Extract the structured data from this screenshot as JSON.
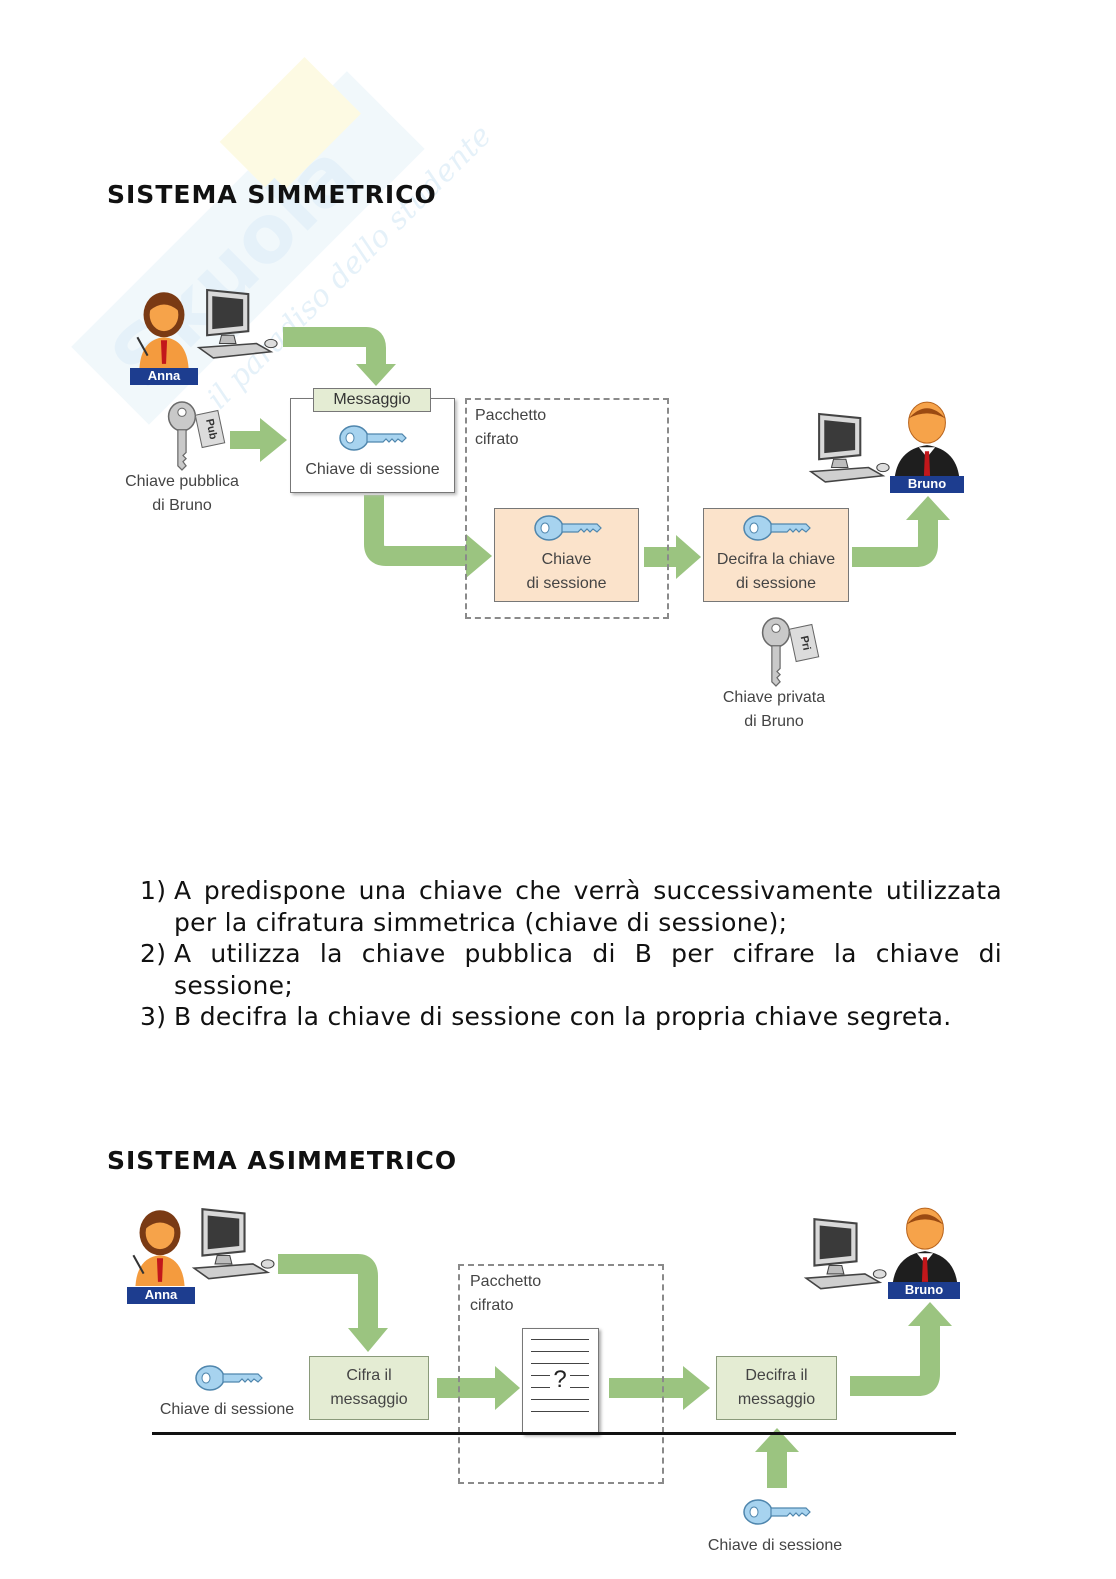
{
  "sections": {
    "symmetric": {
      "title": "SISTEMA SIMMETRICO",
      "anna": "Anna",
      "bruno": "Bruno",
      "message_box_title": "Messaggio",
      "session_key_label": "Chiave di sessione",
      "public_key_label_1": "Chiave pubblica",
      "public_key_label_2": "di Bruno",
      "public_key_tag": "Pub",
      "packet_label_1": "Pacchetto",
      "packet_label_2": "cifrato",
      "encrypted_key_1": "Chiave",
      "encrypted_key_2": "di sessione",
      "decrypt_key_1": "Decifra la chiave",
      "decrypt_key_2": "di sessione",
      "private_key_label_1": "Chiave privata",
      "private_key_label_2": "di Bruno",
      "private_key_tag": "Pri"
    },
    "steps": [
      {
        "num": "1)",
        "text": "A predispone una chiave che verrà successivamente utilizzata per la cifratura simmetrica (chiave di sessione);"
      },
      {
        "num": "2)",
        "text": "A utilizza la chiave pubblica di B per cifrare la chiave di sessione;"
      },
      {
        "num": "3)",
        "text": "B decifra la chiave di sessione con la propria chiave segreta."
      }
    ],
    "asymmetric": {
      "title": "SISTEMA ASIMMETRICO",
      "anna": "Anna",
      "bruno": "Bruno",
      "session_key_label": "Chiave di sessione",
      "encrypt_1": "Cifra il",
      "encrypt_2": "messaggio",
      "packet_label_1": "Pacchetto",
      "packet_label_2": "cifrato",
      "doc_symbol": "?",
      "decrypt_1": "Decifra il",
      "decrypt_2": "messaggio",
      "bottom_key_label": "Chiave di sessione"
    }
  },
  "watermark": "Skuola.net il paradiso dello studente",
  "colors": {
    "arrow_green": "#9bc480",
    "peach_box": "#fbe3cb",
    "green_box": "#e4ecd3",
    "name_tag": "#1d3d8f",
    "key_blue": "#a7d3ef"
  }
}
